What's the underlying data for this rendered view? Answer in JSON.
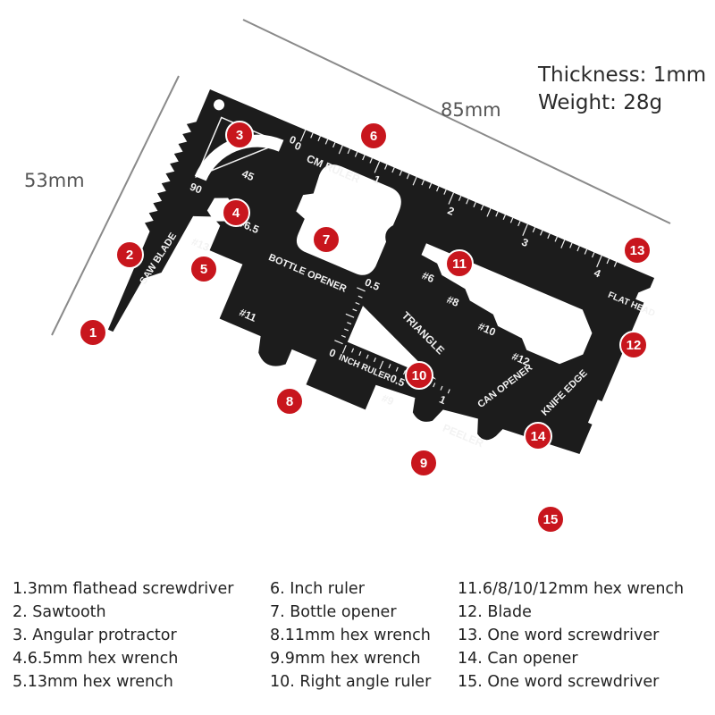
{
  "dimensions": {
    "width": "85mm",
    "height": "53mm"
  },
  "specs": {
    "thickness": "Thickness: 1mm",
    "weight": "Weight: 28g"
  },
  "colors": {
    "card": "#1c1c1c",
    "badge": "#c8161d",
    "engraving": "#f2f2f2"
  },
  "engravings": {
    "cm_ruler": "CM RULER",
    "inch_ruler": "INCH RULER",
    "saw_blade": "SAW BLADE",
    "bottle_opener": "BOTTLE OPENER",
    "triangle": "TRIANGLE",
    "flat_head": "FLAT HEAD",
    "knife_edge": "KNIFE EDGE",
    "can_opener": "CAN OPENER",
    "peeler": "PEELER",
    "hex_6_5": "#6.5",
    "hex_13": "#13",
    "hex_11": "#11",
    "hex_9": "#9",
    "hex_6": "#6",
    "hex_8": "#8",
    "hex_10": "#10",
    "hex_12": "#12",
    "cm_0": "0",
    "cm_1": "1",
    "cm_2": "2",
    "cm_3": "3",
    "cm_4": "4",
    "in_0": "0",
    "in_1": "1",
    "in_half": "0.5",
    "in_half_b": "0.5",
    "deg_90": "90",
    "deg_45": "45",
    "deg_0": "0"
  },
  "badges": [
    "1",
    "2",
    "3",
    "4",
    "5",
    "6",
    "7",
    "8",
    "9",
    "10",
    "11",
    "12",
    "13",
    "14",
    "15"
  ],
  "legend": {
    "col1": [
      "1.3mm flathead screwdriver",
      "2. Sawtooth",
      "3. Angular protractor",
      "4.6.5mm hex wrench",
      "5.13mm hex wrench"
    ],
    "col2": [
      "6. Inch ruler",
      "7. Bottle opener",
      "8.11mm hex wrench",
      "9.9mm hex wrench",
      "10. Right angle ruler"
    ],
    "col3": [
      "11.6/8/10/12mm hex wrench",
      "12. Blade",
      "13. One word screwdriver",
      "14. Can opener",
      "15. One word screwdriver"
    ]
  }
}
